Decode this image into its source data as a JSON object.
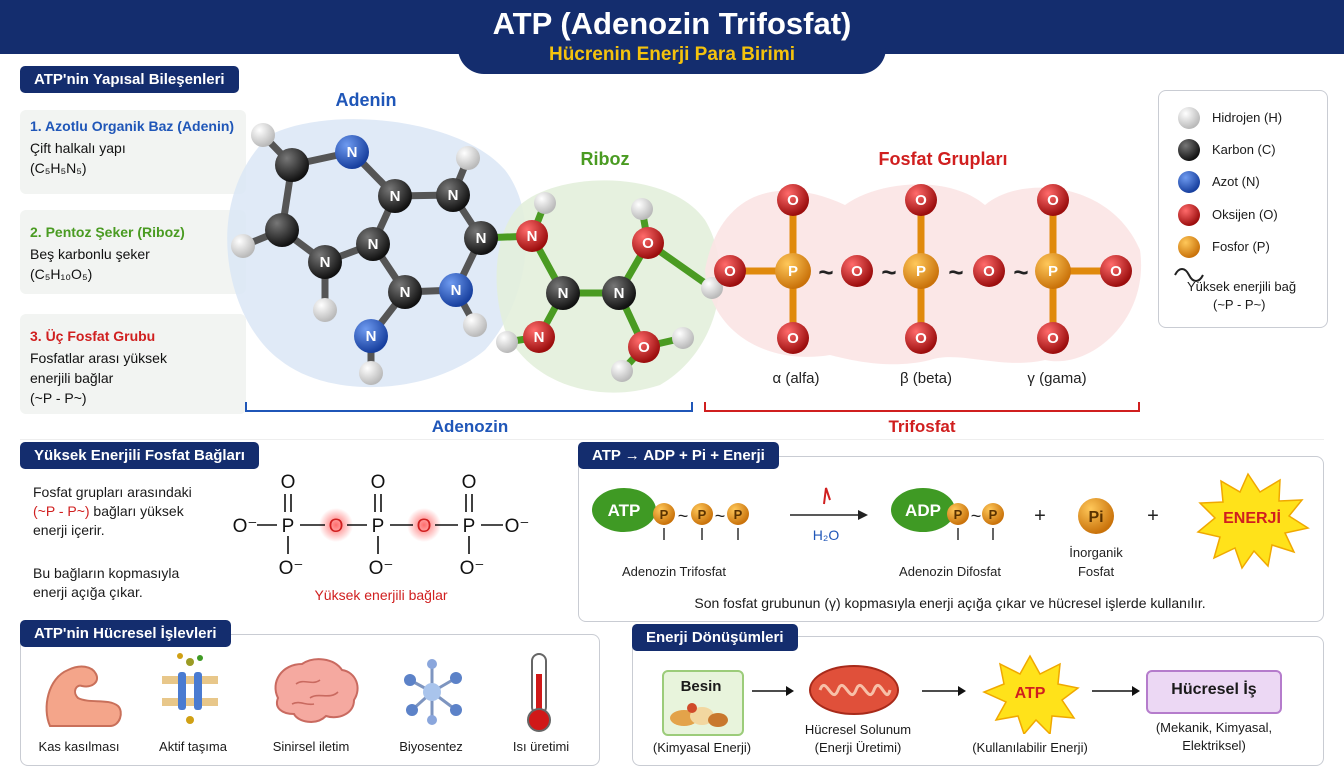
{
  "header": {
    "title": "ATP (Adenozin Trifosfat)",
    "subtitle": "Hücrenin Enerji Para Birimi"
  },
  "structure": {
    "tag": "ATP'nin Yapısal Bileşenleri",
    "items": [
      {
        "heading": "1. Azotlu Organik Baz (Adenin)",
        "line1": "Çift halkalı yapı",
        "formula": "(C₅H₅N₅)"
      },
      {
        "heading": "2. Pentoz Şeker (Riboz)",
        "line1": "Beş karbonlu şeker",
        "formula": "(C₅H₁₀O₅)"
      },
      {
        "heading": "3. Üç Fosfat Grubu",
        "line1": "Fosfatlar arası yüksek",
        "line2": "enerjili bağlar",
        "line3": "(~P - P~)"
      }
    ]
  },
  "molecule": {
    "adenin_label": "Adenin",
    "riboz_label": "Riboz",
    "fosfat_label": "Fosfat Grupları",
    "alpha": "α (alfa)",
    "beta": "β (beta)",
    "gamma": "γ (gama)",
    "adenozin_bracket": "Adenozin",
    "trifosfat_bracket": "Trifosfat",
    "atom_N": "N",
    "atom_O": "O",
    "atom_P": "P",
    "bond": "~"
  },
  "legend": {
    "items": [
      {
        "label": "Hidrojen (H)",
        "color": "#e4e4e4"
      },
      {
        "label": "Karbon (C)",
        "color": "#222222"
      },
      {
        "label": "Azot (N)",
        "color": "#2d5fc4"
      },
      {
        "label": "Oksijen (O)",
        "color": "#d01818"
      },
      {
        "label": "Fosfor (P)",
        "color": "#ee9a12"
      }
    ],
    "bond_line1": "Yüksek enerjili bağ",
    "bond_line2": "(~P - P~)"
  },
  "bonds": {
    "tag": "Yüksek Enerjili Fosfat Bağları",
    "text1": "Fosfat grupları arasındaki",
    "text2_red": "(~P - P~)",
    "text2_rest": " bağları yüksek",
    "text3": "enerji içerir.",
    "text4": "Bu bağların kopmasıyla",
    "text5": "enerji açığa çıkar.",
    "diagram_label": "Yüksek enerjili bağlar",
    "o": "O",
    "p": "P",
    "ominus": "O⁻"
  },
  "reaction": {
    "tag": "ATP → ADP + Pi + Enerji",
    "atp": "ATP",
    "adp": "ADP",
    "p": "P",
    "tilde": "~",
    "water": "H₂O",
    "atp_name": "Adenozin Trifosfat",
    "adp_name": "Adenozin Difosfat",
    "plus": "+",
    "pi": "Pi",
    "pi_name1": "İnorganik",
    "pi_name2": "Fosfat",
    "energy": "ENERJİ",
    "caption": "Son fosfat grubunun (γ) kopmasıyla enerji açığa çıkar ve hücresel işlerde kullanılır."
  },
  "functions": {
    "tag": "ATP'nin Hücresel İşlevleri",
    "items": [
      "Kas kasılması",
      "Aktif taşıma",
      "Sinirsel iletim",
      "Biyosentez",
      "Isı üretimi"
    ]
  },
  "energy_flow": {
    "tag": "Enerji Dönüşümleri",
    "besin": "Besin",
    "besin_sub": "(Kimyasal Enerji)",
    "solunum1": "Hücresel Solunum",
    "solunum2": "(Enerji Üretimi)",
    "atp": "ATP",
    "atp_sub": "(Kullanılabilir Enerji)",
    "is": "Hücresel İş",
    "is_sub1": "(Mekanik, Kimyasal,",
    "is_sub2": "Elektriksel)"
  }
}
